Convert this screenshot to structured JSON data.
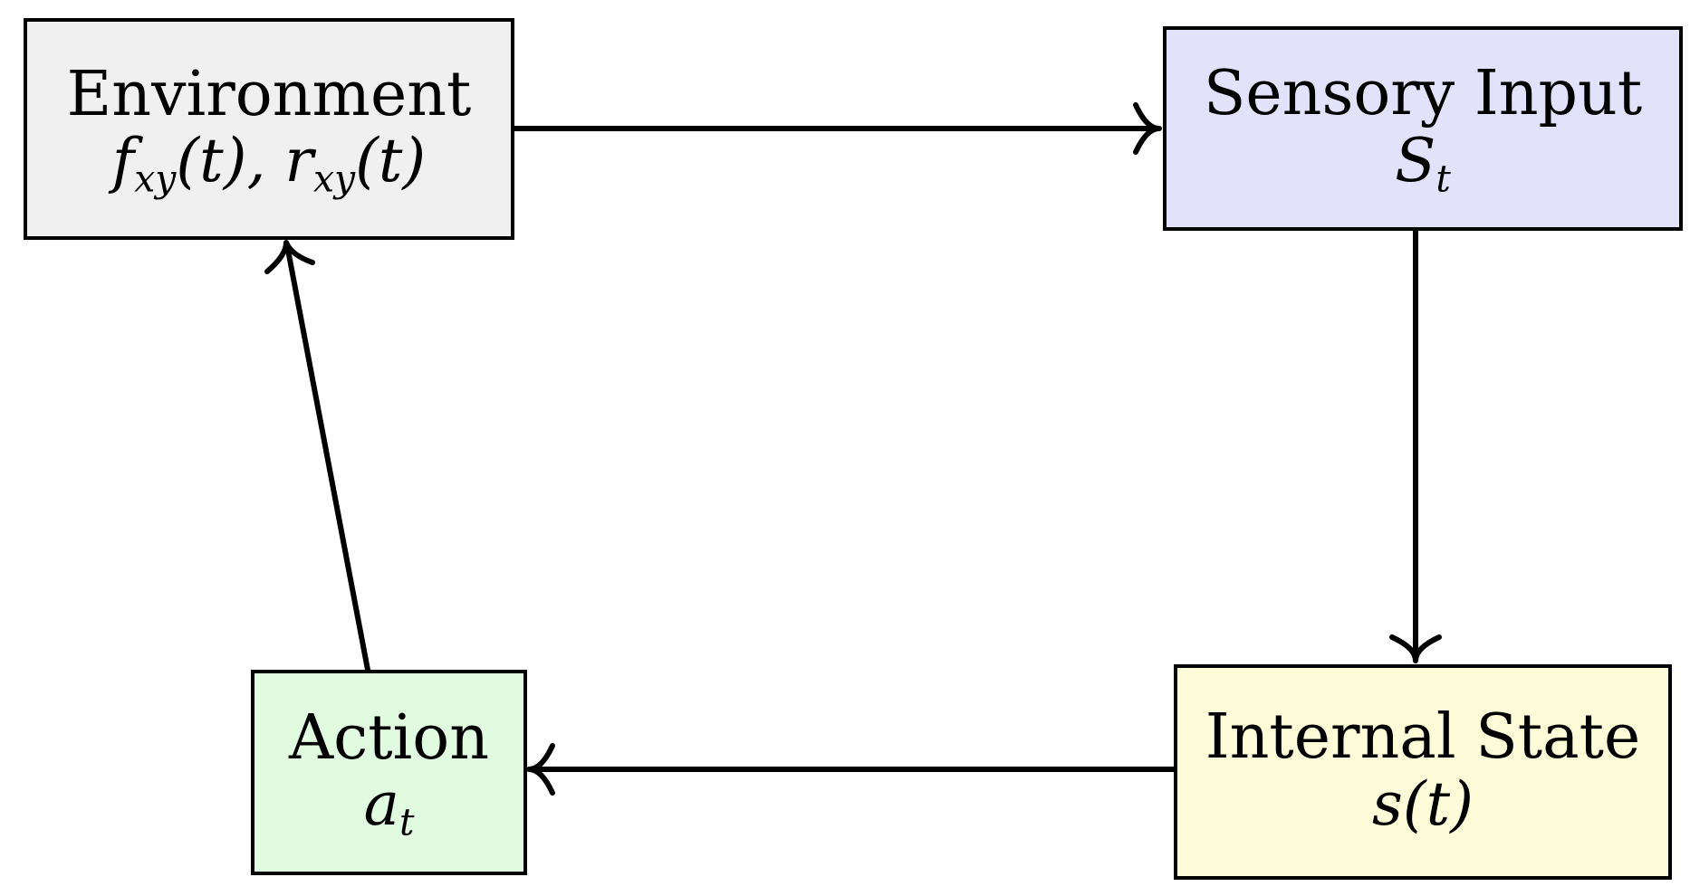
{
  "colors": {
    "environment_fill": "#f0f0f0",
    "sensory_fill": "#e2e2fb",
    "internal_fill": "#fcfcd9",
    "action_fill": "#e1fbe1",
    "stroke": "#000000"
  },
  "nodes": {
    "environment": {
      "title": "Environment",
      "math_f": "f",
      "math_f_sub": "xy",
      "math_f_arg": "(t),",
      "math_r": "r",
      "math_r_sub": "xy",
      "math_r_arg": "(t)"
    },
    "sensory": {
      "title": "Sensory Input",
      "math_main": "S",
      "math_sub": "t"
    },
    "internal": {
      "title": "Internal State",
      "math_main": "s(t)"
    },
    "action": {
      "title": "Action",
      "math_main": "a",
      "math_sub": "t"
    }
  },
  "edges": [
    {
      "from": "environment",
      "to": "sensory"
    },
    {
      "from": "sensory",
      "to": "internal"
    },
    {
      "from": "internal",
      "to": "action"
    },
    {
      "from": "action",
      "to": "environment"
    }
  ]
}
